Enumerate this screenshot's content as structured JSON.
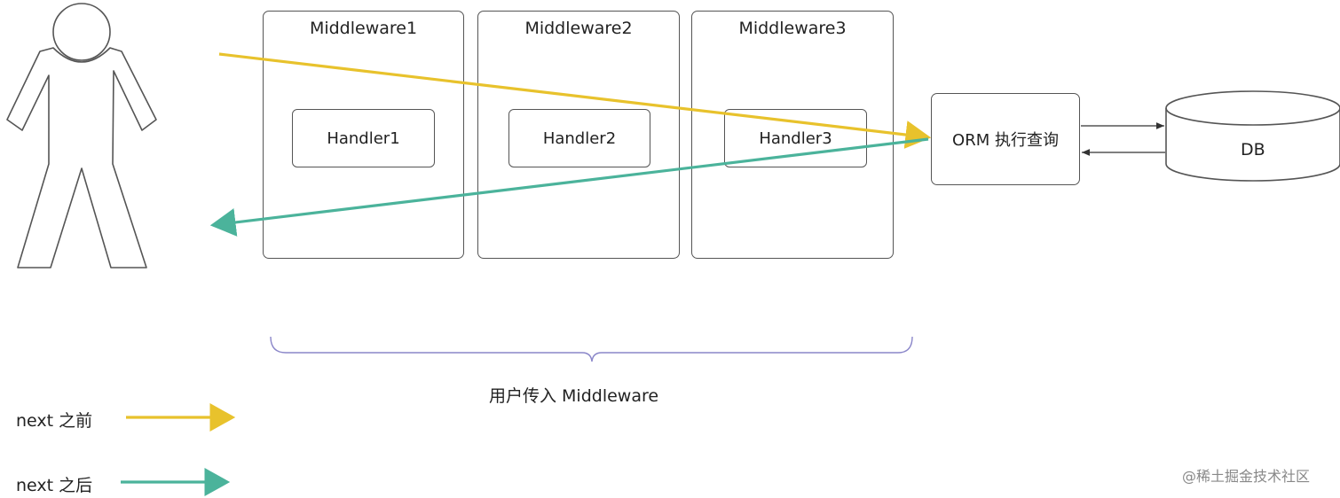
{
  "middlewares": [
    {
      "title": "Middleware1",
      "handler": "Handler1"
    },
    {
      "title": "Middleware2",
      "handler": "Handler2"
    },
    {
      "title": "Middleware3",
      "handler": "Handler3"
    }
  ],
  "orm_label": "ORM 执行查询",
  "db_label": "DB",
  "brace_label": "用户传入 Middleware",
  "legend": [
    {
      "label": "next 之前",
      "color": "#e8c22c"
    },
    {
      "label": "next 之后",
      "color": "#4bb39b"
    }
  ],
  "watermark": "@稀土掘金技术社区",
  "colors": {
    "before": "#e8c22c",
    "after": "#4bb39b",
    "outline": "#555555",
    "brace": "#8a86c9"
  }
}
